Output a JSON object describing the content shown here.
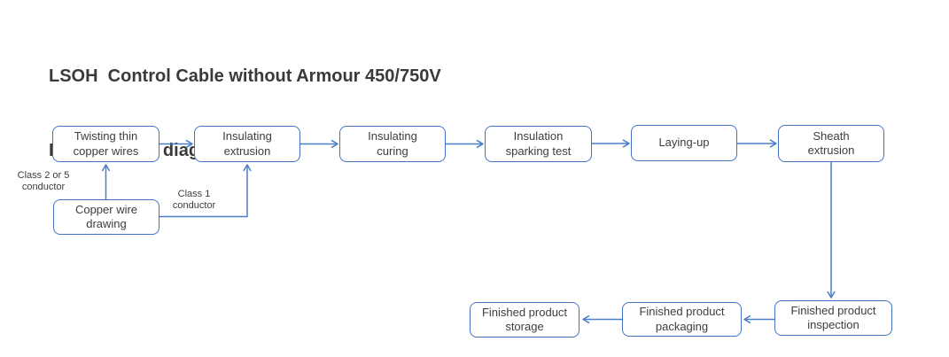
{
  "title": {
    "line1": "LSOH  Control Cable without Armour 450/750V",
    "line2": "Process flow diagram"
  },
  "colors": {
    "box_border": "#4472c4",
    "arrow": "#4a7ec7",
    "text": "#3d3d3d",
    "title_text": "#3a3a3a",
    "background": "#ffffff"
  },
  "nodes": [
    {
      "id": "twisting-thin-copper-wires",
      "label": "Twisting thin\ncopper wires"
    },
    {
      "id": "insulating-extrusion",
      "label": "Insulating\nextrusion"
    },
    {
      "id": "insulating-curing",
      "label": "Insulating\ncuring"
    },
    {
      "id": "insulation-sparking-test",
      "label": "Insulation\nsparking test"
    },
    {
      "id": "laying-up",
      "label": "Laying-up"
    },
    {
      "id": "sheath-extrusion",
      "label": "Sheath\nextrusion"
    },
    {
      "id": "copper-wire-drawing",
      "label": "Copper wire\ndrawing"
    },
    {
      "id": "finished-product-storage",
      "label": "Finished product\nstorage"
    },
    {
      "id": "finished-product-packaging",
      "label": "Finished product\npackaging"
    },
    {
      "id": "finished-product-inspection",
      "label": "Finished product\ninspection"
    }
  ],
  "edge_labels": [
    {
      "id": "class-2-or-5-conductor",
      "text": "Class 2 or 5\nconductor"
    },
    {
      "id": "class-1-conductor",
      "text": "Class 1\nconductor"
    }
  ],
  "edges": [
    {
      "from": "Copper wire drawing",
      "to": "Twisting thin copper wires",
      "label": "Class 2 or 5 conductor"
    },
    {
      "from": "Copper wire drawing",
      "to": "Insulating extrusion",
      "label": "Class 1 conductor"
    },
    {
      "from": "Twisting thin copper wires",
      "to": "Insulating extrusion",
      "label": ""
    },
    {
      "from": "Insulating extrusion",
      "to": "Insulating curing",
      "label": ""
    },
    {
      "from": "Insulating curing",
      "to": "Insulation sparking test",
      "label": ""
    },
    {
      "from": "Insulation sparking test",
      "to": "Laying-up",
      "label": ""
    },
    {
      "from": "Laying-up",
      "to": "Sheath extrusion",
      "label": ""
    },
    {
      "from": "Sheath extrusion",
      "to": "Finished product inspection",
      "label": ""
    },
    {
      "from": "Finished product inspection",
      "to": "Finished product packaging",
      "label": ""
    },
    {
      "from": "Finished product packaging",
      "to": "Finished product storage",
      "label": ""
    }
  ]
}
